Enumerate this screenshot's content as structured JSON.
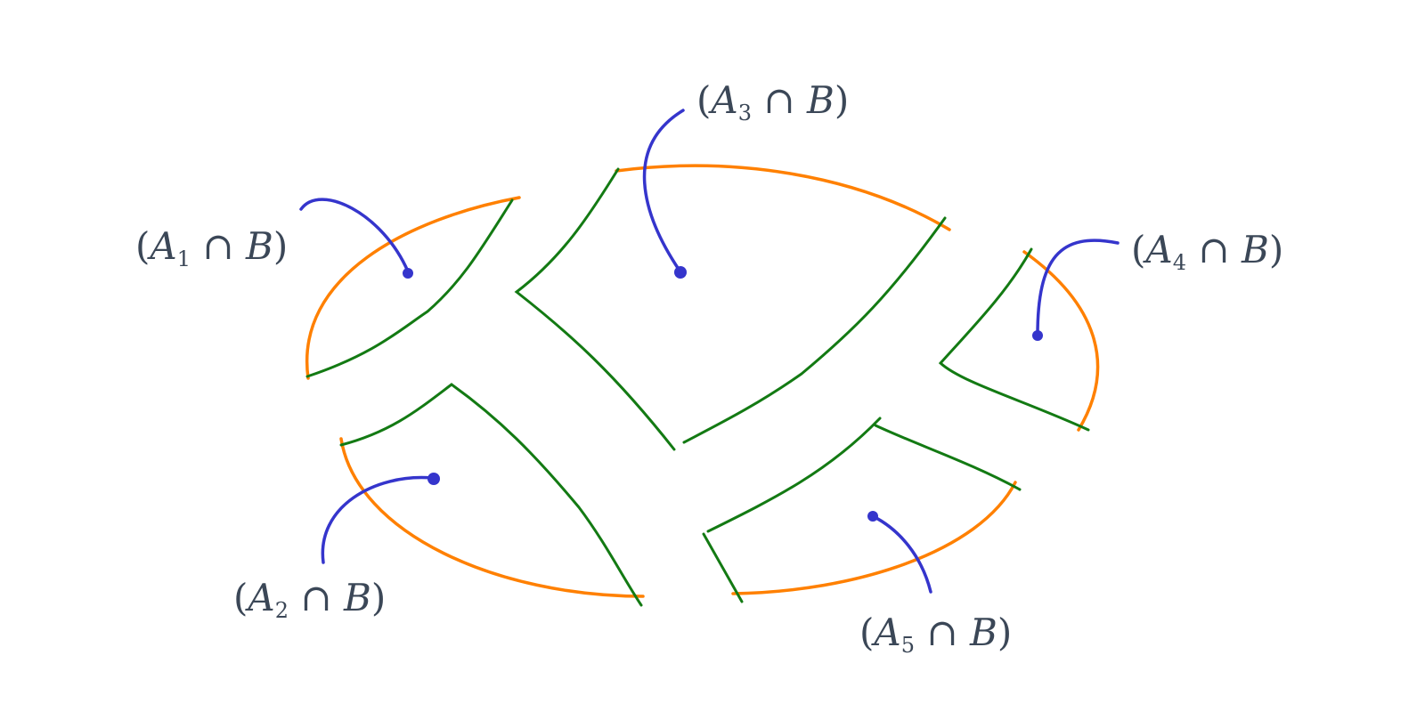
{
  "labels": [
    {
      "set": "A",
      "sub": "1",
      "op": "∩",
      "other": "B"
    },
    {
      "set": "A",
      "sub": "2",
      "op": "∩",
      "other": "B"
    },
    {
      "set": "A",
      "sub": "3",
      "op": "∩",
      "other": "B"
    },
    {
      "set": "A",
      "sub": "4",
      "op": "∩",
      "other": "B"
    },
    {
      "set": "A",
      "sub": "5",
      "op": "∩",
      "other": "B"
    }
  ],
  "colors": {
    "outer_boundary": "#ff8000",
    "partition_lines": "#137a13",
    "pointers": "#3535cc",
    "text": "#3b4757"
  }
}
